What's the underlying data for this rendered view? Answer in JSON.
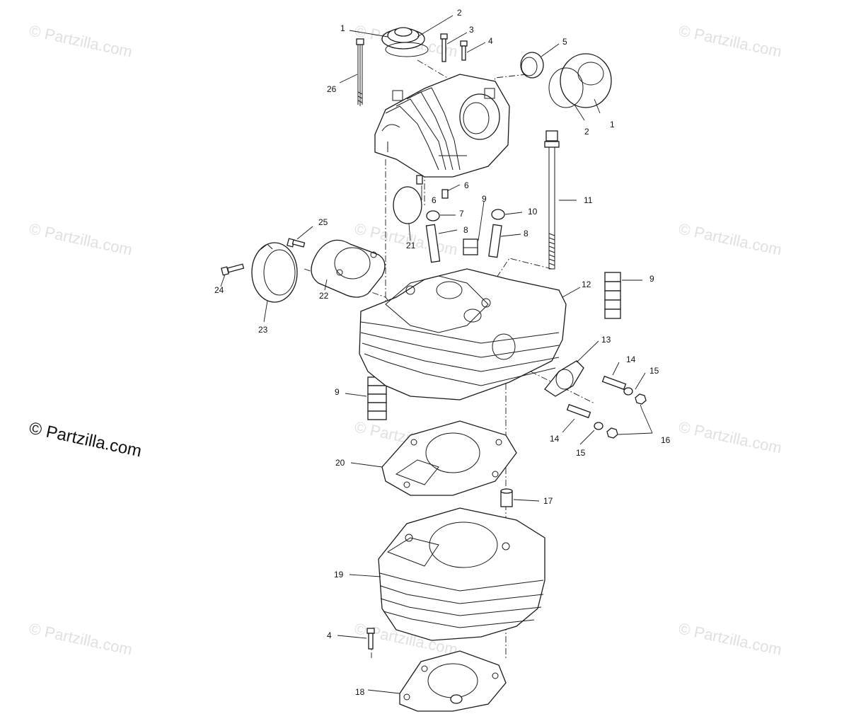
{
  "watermark": {
    "text": "© Partzilla.com",
    "main_text": "© Partzilla.com"
  },
  "callouts": [
    {
      "id": "c1a",
      "text": "1"
    },
    {
      "id": "c2a",
      "text": "2"
    },
    {
      "id": "c3",
      "text": "3"
    },
    {
      "id": "c4a",
      "text": "4"
    },
    {
      "id": "c5",
      "text": "5"
    },
    {
      "id": "c1b",
      "text": "1"
    },
    {
      "id": "c2b",
      "text": "2"
    },
    {
      "id": "c26",
      "text": "26"
    },
    {
      "id": "c6a",
      "text": "6"
    },
    {
      "id": "c6b",
      "text": "6"
    },
    {
      "id": "c11",
      "text": "11"
    },
    {
      "id": "c7",
      "text": "7"
    },
    {
      "id": "c9a",
      "text": "9"
    },
    {
      "id": "c10",
      "text": "10"
    },
    {
      "id": "c8a",
      "text": "8"
    },
    {
      "id": "c8b",
      "text": "8"
    },
    {
      "id": "c21",
      "text": "21"
    },
    {
      "id": "c25",
      "text": "25"
    },
    {
      "id": "c24",
      "text": "24"
    },
    {
      "id": "c23",
      "text": "23"
    },
    {
      "id": "c22",
      "text": "22"
    },
    {
      "id": "c12",
      "text": "12"
    },
    {
      "id": "c9b",
      "text": "9"
    },
    {
      "id": "c13",
      "text": "13"
    },
    {
      "id": "c14a",
      "text": "14"
    },
    {
      "id": "c15a",
      "text": "15"
    },
    {
      "id": "c9c",
      "text": "9"
    },
    {
      "id": "c14b",
      "text": "14"
    },
    {
      "id": "c15b",
      "text": "15"
    },
    {
      "id": "c16",
      "text": "16"
    },
    {
      "id": "c20",
      "text": "20"
    },
    {
      "id": "c17",
      "text": "17"
    },
    {
      "id": "c19",
      "text": "19"
    },
    {
      "id": "c4b",
      "text": "4"
    },
    {
      "id": "c18",
      "text": "18"
    }
  ]
}
